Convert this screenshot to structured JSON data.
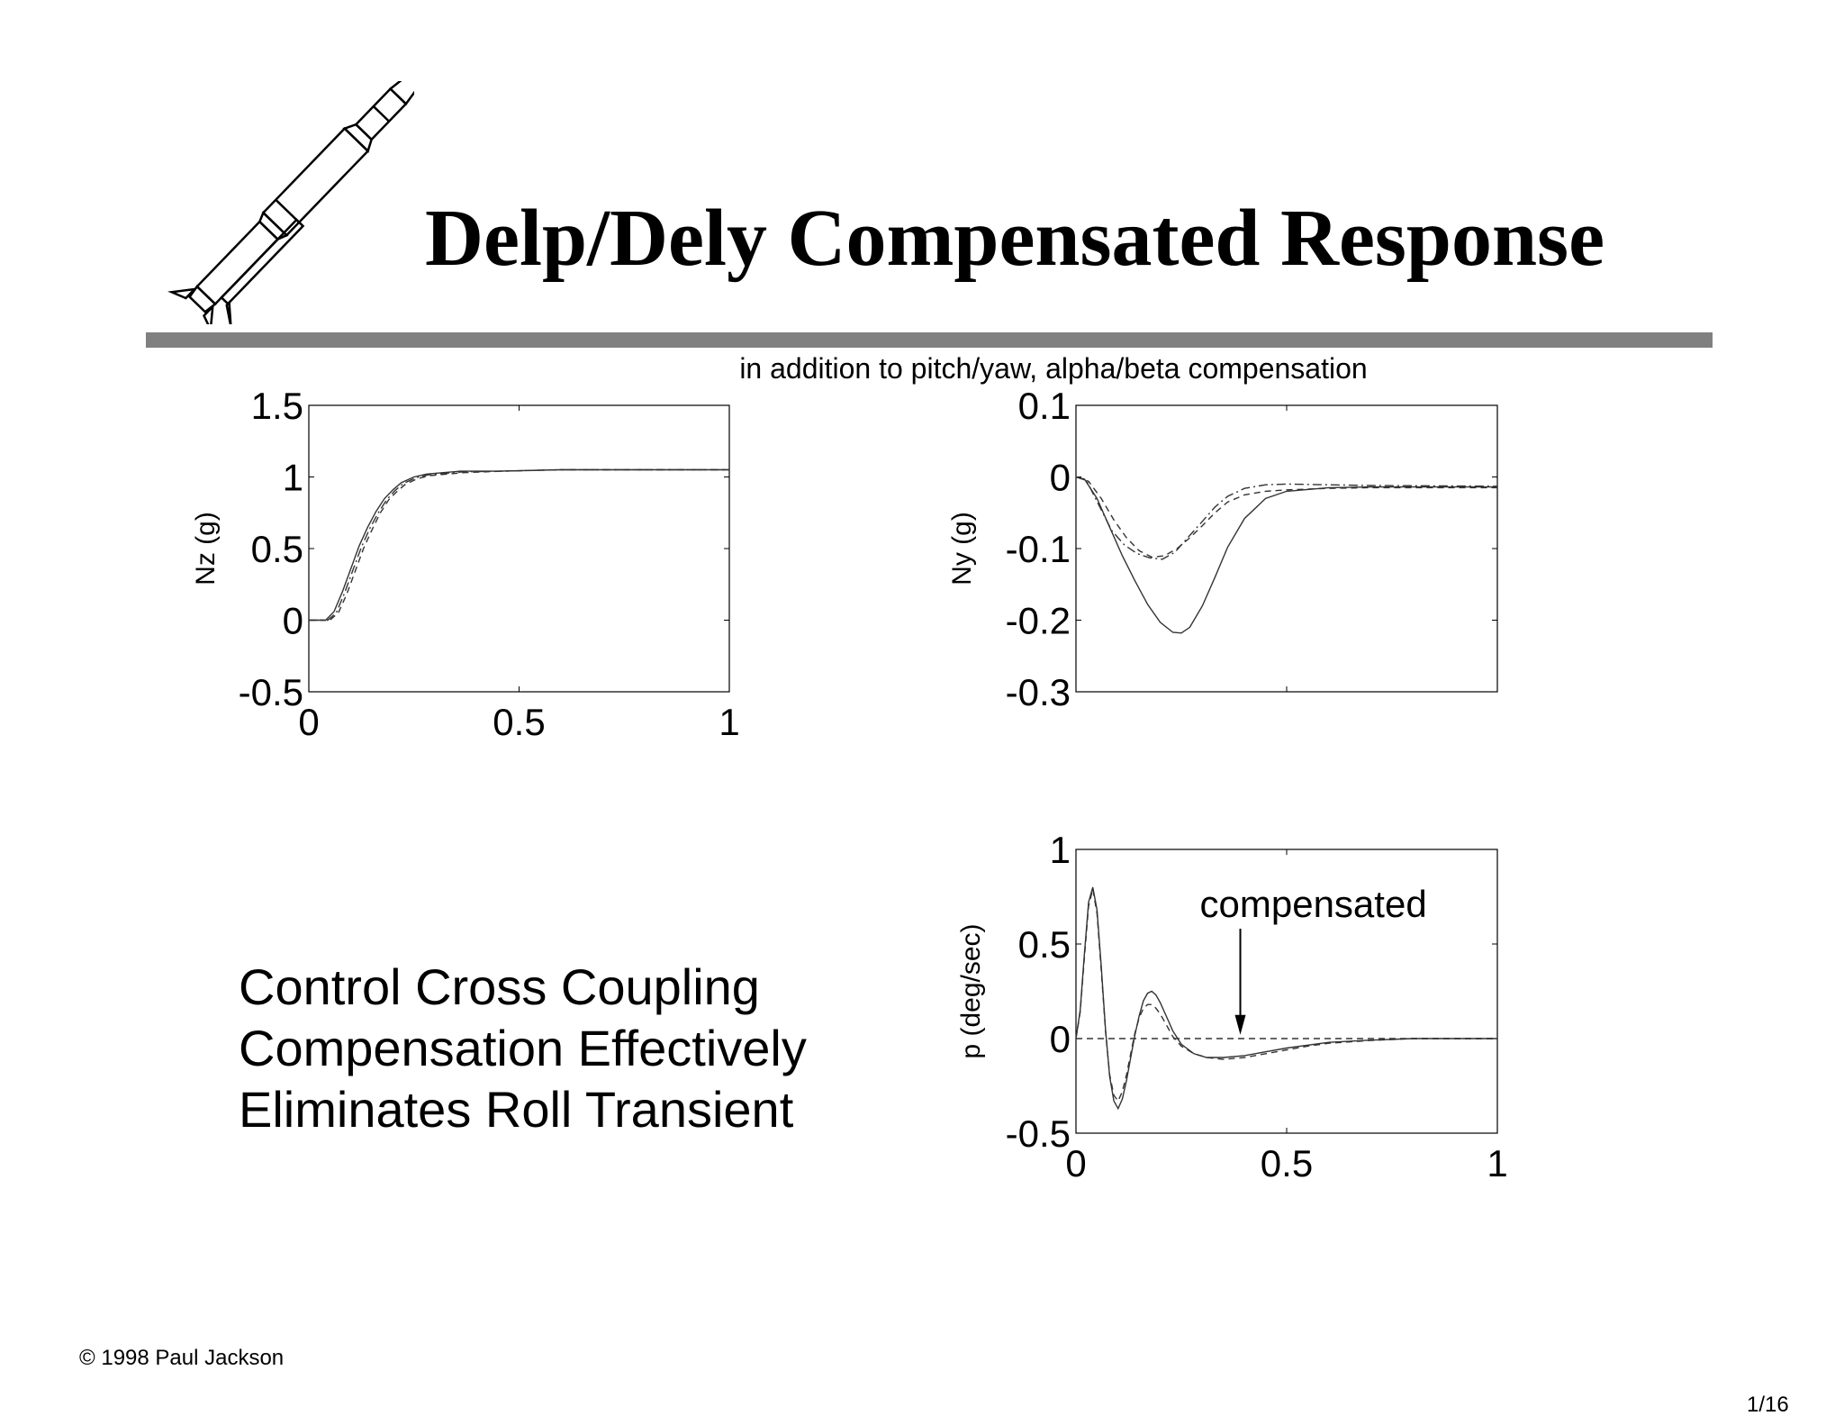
{
  "title": "Delp/Dely Compensated Response",
  "subtitle": "in addition to pitch/yaw, alpha/beta compensation",
  "message": [
    "Control Cross Coupling",
    "Compensation Effectively",
    "Eliminates Roll Transient"
  ],
  "copyright": "© 1998 Paul Jackson",
  "page_number": "1/16",
  "icons": [
    "rocket-icon"
  ],
  "chart_data": [
    {
      "type": "line",
      "ylabel": "Nz (g)",
      "xlim": [
        0,
        1
      ],
      "ylim": [
        -0.5,
        1.5
      ],
      "xticks": [
        "0",
        "0.5",
        "1"
      ],
      "yticks": [
        "1.5",
        "1",
        "0.5",
        "0",
        "-0.5"
      ],
      "show_xticklabels": true,
      "series": [
        {
          "style": "solid",
          "x": [
            0,
            0.04,
            0.06,
            0.08,
            0.1,
            0.12,
            0.14,
            0.16,
            0.18,
            0.2,
            0.22,
            0.25,
            0.28,
            0.32,
            0.36,
            0.45,
            0.6,
            1.0
          ],
          "y": [
            0,
            0,
            0.06,
            0.2,
            0.36,
            0.52,
            0.65,
            0.76,
            0.85,
            0.91,
            0.96,
            1.0,
            1.02,
            1.03,
            1.04,
            1.04,
            1.05,
            1.05
          ]
        },
        {
          "style": "dashed",
          "x": [
            0,
            0.05,
            0.07,
            0.09,
            0.11,
            0.13,
            0.15,
            0.17,
            0.19,
            0.21,
            0.23,
            0.26,
            0.29,
            0.33,
            0.37,
            0.46,
            0.6,
            1.0
          ],
          "y": [
            0,
            0,
            0.05,
            0.18,
            0.34,
            0.5,
            0.63,
            0.75,
            0.84,
            0.9,
            0.95,
            0.99,
            1.01,
            1.02,
            1.03,
            1.04,
            1.05,
            1.05
          ]
        },
        {
          "style": "dashdot",
          "x": [
            0,
            0.045,
            0.065,
            0.085,
            0.105,
            0.125,
            0.145,
            0.165,
            0.185,
            0.205,
            0.225,
            0.255,
            0.285,
            0.325,
            0.365,
            0.455,
            0.6,
            1.0
          ],
          "y": [
            0,
            0,
            0.05,
            0.19,
            0.35,
            0.51,
            0.64,
            0.75,
            0.84,
            0.905,
            0.955,
            0.995,
            1.015,
            1.025,
            1.035,
            1.04,
            1.05,
            1.05
          ]
        }
      ]
    },
    {
      "type": "line",
      "ylabel": "Ny (g)",
      "xlim": [
        0,
        1
      ],
      "ylim": [
        -0.3,
        0.1
      ],
      "xticks": [
        "0",
        "0.5",
        "1"
      ],
      "yticks": [
        "0.1",
        "0",
        "-0.1",
        "-0.2",
        "-0.3"
      ],
      "show_xticklabels": false,
      "series": [
        {
          "style": "solid",
          "x": [
            0,
            0.02,
            0.05,
            0.08,
            0.11,
            0.14,
            0.17,
            0.2,
            0.23,
            0.25,
            0.27,
            0.3,
            0.33,
            0.36,
            0.4,
            0.45,
            0.5,
            0.6,
            0.7,
            1.0
          ],
          "y": [
            0,
            -0.003,
            -0.03,
            -0.07,
            -0.11,
            -0.145,
            -0.178,
            -0.203,
            -0.217,
            -0.218,
            -0.21,
            -0.18,
            -0.14,
            -0.098,
            -0.058,
            -0.03,
            -0.02,
            -0.015,
            -0.014,
            -0.014
          ]
        },
        {
          "style": "dashed",
          "x": [
            0,
            0.03,
            0.06,
            0.09,
            0.12,
            0.15,
            0.18,
            0.21,
            0.24,
            0.27,
            0.3,
            0.33,
            0.36,
            0.4,
            0.45,
            0.5,
            0.6,
            0.7,
            1.0
          ],
          "y": [
            0,
            -0.006,
            -0.03,
            -0.06,
            -0.085,
            -0.103,
            -0.112,
            -0.11,
            -0.1,
            -0.085,
            -0.068,
            -0.05,
            -0.035,
            -0.025,
            -0.02,
            -0.018,
            -0.016,
            -0.015,
            -0.015
          ]
        },
        {
          "style": "dashdot",
          "x": [
            0,
            0.025,
            0.055,
            0.085,
            0.115,
            0.145,
            0.175,
            0.205,
            0.235,
            0.265,
            0.3,
            0.33,
            0.36,
            0.4,
            0.45,
            0.5,
            0.6,
            0.7,
            1.0
          ],
          "y": [
            0,
            -0.005,
            -0.04,
            -0.075,
            -0.095,
            -0.107,
            -0.113,
            -0.115,
            -0.105,
            -0.085,
            -0.062,
            -0.042,
            -0.027,
            -0.016,
            -0.011,
            -0.01,
            -0.011,
            -0.012,
            -0.013
          ]
        }
      ]
    },
    {
      "type": "line",
      "ylabel": "p (deg/sec)",
      "xlim": [
        0,
        1
      ],
      "ylim": [
        -0.5,
        1
      ],
      "xticks": [
        "0",
        "0.5",
        "1"
      ],
      "yticks": [
        "1",
        "0.5",
        "0",
        "-0.5"
      ],
      "show_xticklabels": true,
      "annotation": {
        "text": "compensated",
        "x": 0.39,
        "y": 0.02
      },
      "series": [
        {
          "style": "solid",
          "x": [
            0,
            0.01,
            0.02,
            0.03,
            0.04,
            0.05,
            0.06,
            0.07,
            0.08,
            0.09,
            0.1,
            0.11,
            0.12,
            0.13,
            0.14,
            0.15,
            0.16,
            0.17,
            0.18,
            0.19,
            0.2,
            0.21,
            0.22,
            0.23,
            0.25,
            0.28,
            0.31,
            0.35,
            0.4,
            0.45,
            0.5,
            0.55,
            0.6,
            0.7,
            0.8,
            1.0
          ],
          "y": [
            0,
            0.15,
            0.45,
            0.72,
            0.8,
            0.68,
            0.38,
            0.05,
            -0.2,
            -0.33,
            -0.37,
            -0.32,
            -0.22,
            -0.1,
            0.02,
            0.12,
            0.2,
            0.24,
            0.25,
            0.23,
            0.19,
            0.14,
            0.09,
            0.04,
            -0.03,
            -0.08,
            -0.1,
            -0.1,
            -0.09,
            -0.07,
            -0.05,
            -0.035,
            -0.02,
            -0.008,
            0,
            0
          ]
        },
        {
          "style": "dashed",
          "x": [
            0,
            0.01,
            0.02,
            0.03,
            0.04,
            0.05,
            0.06,
            0.07,
            0.08,
            0.09,
            0.1,
            0.11,
            0.12,
            0.13,
            0.14,
            0.15,
            0.16,
            0.17,
            0.18,
            0.19,
            0.2,
            0.21,
            0.22,
            0.23,
            0.25,
            0.28,
            0.31,
            0.35,
            0.4,
            0.45,
            0.5,
            0.55,
            0.6,
            0.7,
            0.8,
            1.0
          ],
          "y": [
            0,
            0.14,
            0.43,
            0.7,
            0.79,
            0.66,
            0.36,
            0.04,
            -0.19,
            -0.3,
            -0.33,
            -0.28,
            -0.19,
            -0.08,
            0.03,
            0.11,
            0.16,
            0.18,
            0.18,
            0.16,
            0.13,
            0.09,
            0.05,
            0.01,
            -0.04,
            -0.08,
            -0.1,
            -0.11,
            -0.1,
            -0.08,
            -0.06,
            -0.04,
            -0.025,
            -0.01,
            0,
            0
          ]
        },
        {
          "style": "dashed",
          "x": [
            0,
            0.05,
            0.2,
            0.4,
            0.6,
            0.8,
            1.0
          ],
          "y": [
            0,
            0,
            0,
            0,
            0,
            0,
            0
          ]
        }
      ]
    }
  ]
}
